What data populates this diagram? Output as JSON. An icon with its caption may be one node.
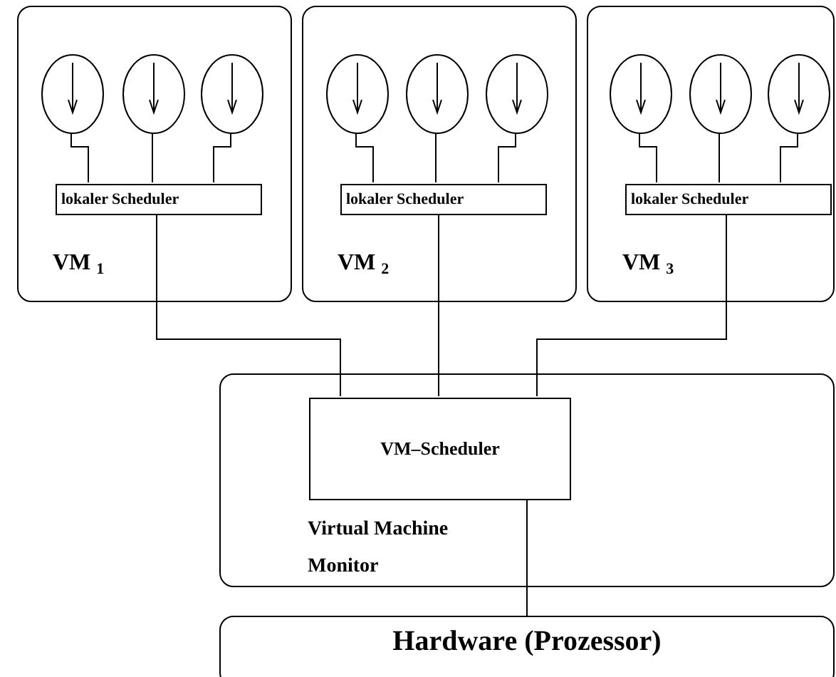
{
  "diagram": {
    "nodes": [
      {
        "text": [
          "VM $_{1}$"
        ]
      },
      {
        "text": [],
        "shape": "circle",
        "in": 0
      },
      {
        "text": [],
        "shape": "circle",
        "in": 0
      },
      {
        "text": [],
        "shape": "circle",
        "in": 0
      },
      {
        "text": [
          "lokaler Scheduler"
        ],
        "in": 0
      },
      {
        "text": [
          "VM $_{2}$"
        ]
      },
      {
        "text": [],
        "shape": "circle",
        "in": 5
      },
      {
        "text": [],
        "shape": "circle",
        "in": 5
      },
      {
        "text": [],
        "shape": "circle",
        "in": 5
      },
      {
        "text": [
          "lokaler Scheduler"
        ],
        "in": 5
      },
      {
        "text": [
          "VM $_{3}$"
        ]
      },
      {
        "text": [],
        "shape": "circle",
        "in": 10
      },
      {
        "text": [],
        "shape": "circle",
        "in": 10
      },
      {
        "text": [],
        "shape": "circle",
        "in": 10
      },
      {
        "text": [
          "lokaler Scheduler"
        ],
        "in": 10
      },
      {
        "text": [
          "Virtual Machine Monitor"
        ]
      },
      {
        "text": [
          "VM–Scheduler"
        ],
        "in": 15
      },
      {
        "text": [
          "Hardware (Prozessor)"
        ]
      }
    ],
    "edges": [
      {
        "from": 1,
        "to": 4,
        "arrow": "none"
      },
      {
        "from": 2,
        "to": 4,
        "arrow": "none"
      },
      {
        "from": 3,
        "to": 4,
        "arrow": "none"
      },
      {
        "from": 4,
        "to": 16,
        "arrow": "none"
      },
      {
        "from": 6,
        "to": 9,
        "arrow": "none"
      },
      {
        "from": 7,
        "to": 9,
        "arrow": "none"
      },
      {
        "from": 8,
        "to": 9,
        "arrow": "none"
      },
      {
        "from": 9,
        "to": 16,
        "arrow": "none"
      },
      {
        "from": 11,
        "to": 14,
        "arrow": "none"
      },
      {
        "from": 12,
        "to": 14,
        "arrow": "none"
      },
      {
        "from": 13,
        "to": 14,
        "arrow": "none"
      },
      {
        "from": 14,
        "to": 16,
        "arrow": "none"
      },
      {
        "from": 16,
        "to": 17,
        "arrow": "none"
      }
    ]
  }
}
